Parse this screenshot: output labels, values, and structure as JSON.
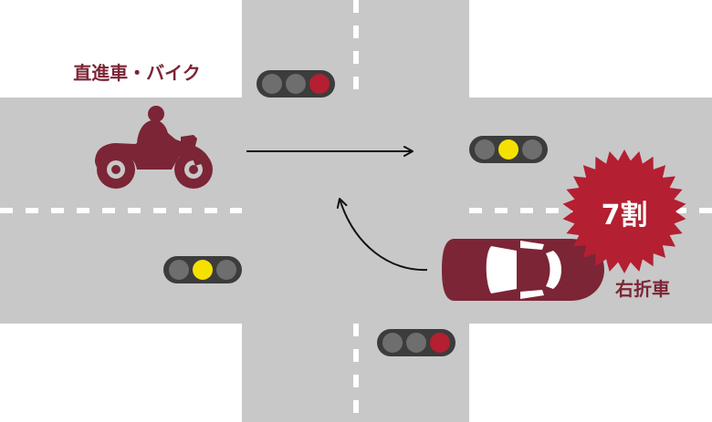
{
  "labels": {
    "motorcycle": "直進車・バイク",
    "right_turn_car": "右折車",
    "ratio_badge": "7割"
  },
  "colors": {
    "road": "#c8c8c8",
    "lane_marking": "#ffffff",
    "accent": "#7b2536",
    "badge": "#b41f31",
    "light_housing": "#3c3c3c",
    "light_off": "#6e6e6e",
    "light_red": "#b41f31",
    "light_yellow": "#f5e100"
  },
  "traffic_lights": [
    {
      "name": "north-traffic-light",
      "state": "red"
    },
    {
      "name": "east-traffic-light",
      "state": "yellow"
    },
    {
      "name": "west-traffic-light",
      "state": "yellow"
    },
    {
      "name": "south-traffic-light",
      "state": "red"
    }
  ]
}
